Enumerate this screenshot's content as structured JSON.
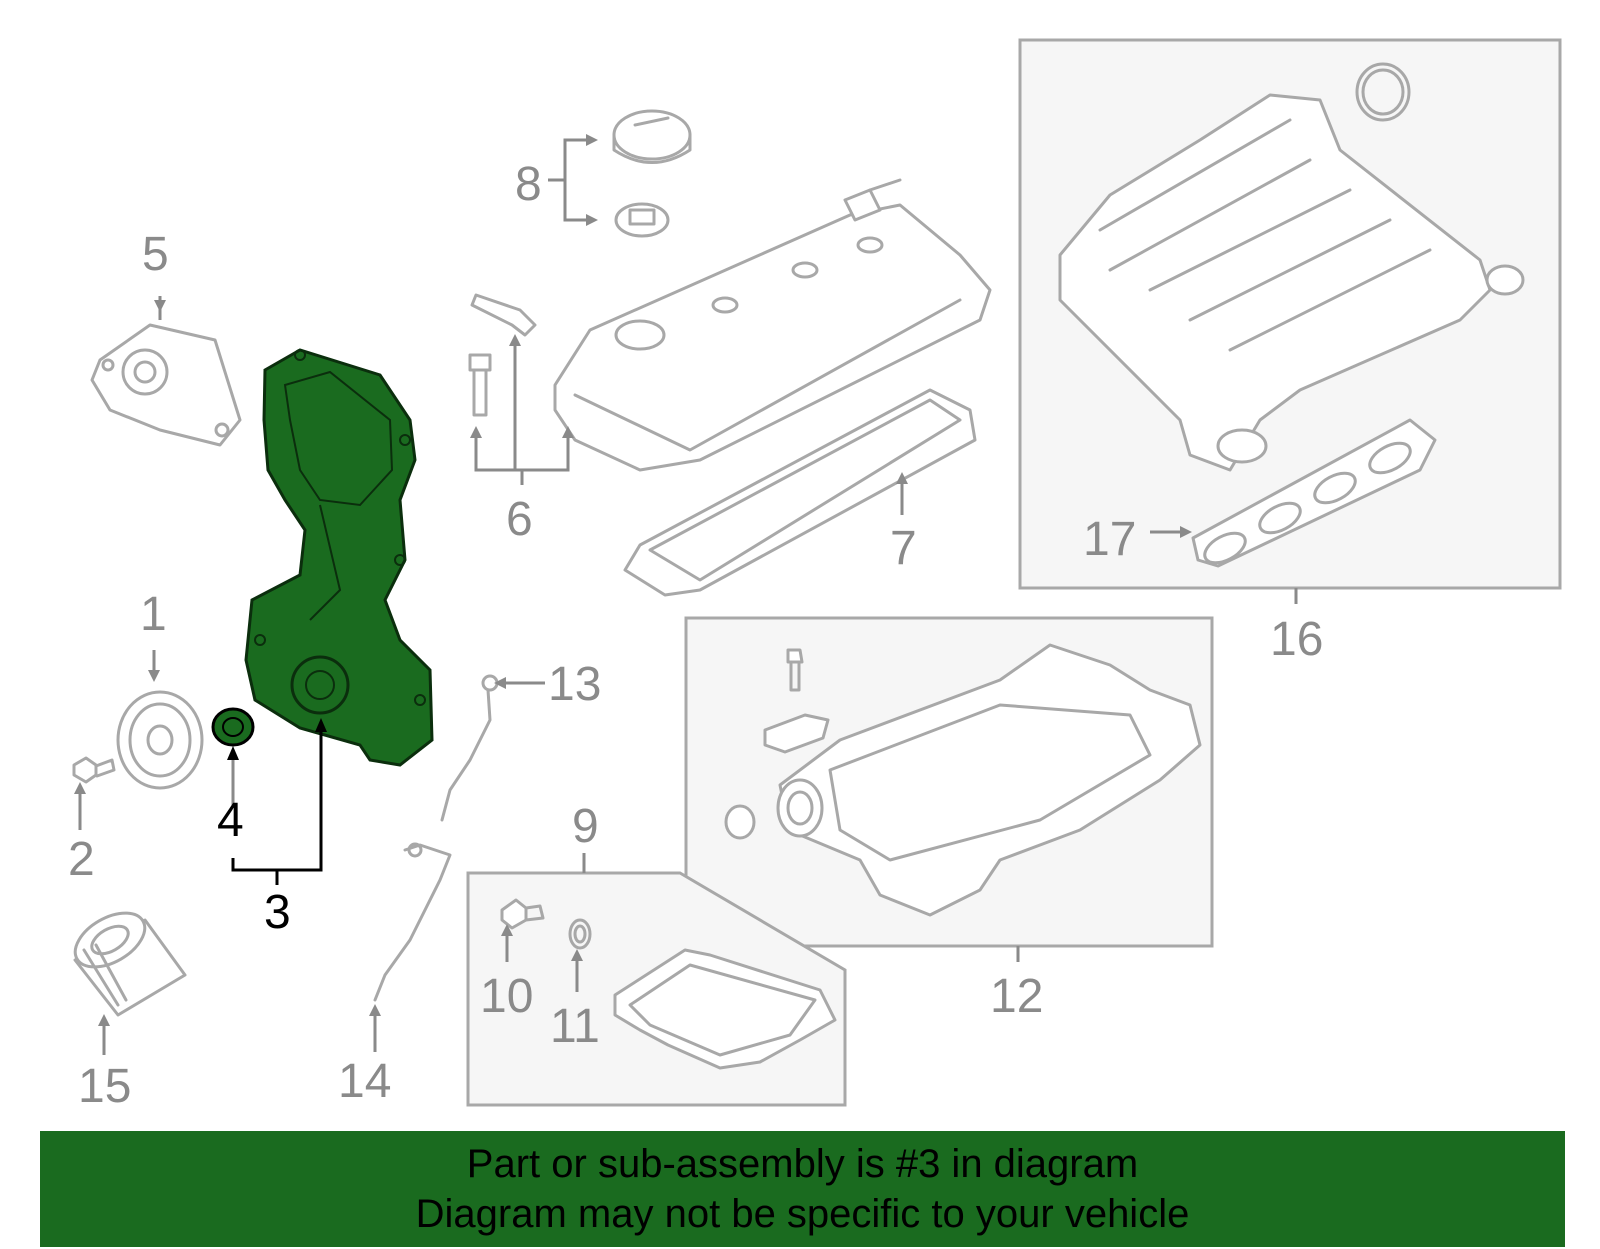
{
  "callouts": {
    "c1": "1",
    "c2": "2",
    "c3": "3",
    "c4": "4",
    "c5": "5",
    "c6": "6",
    "c7": "7",
    "c8": "8",
    "c9": "9",
    "c10": "10",
    "c11": "11",
    "c12": "12",
    "c13": "13",
    "c14": "14",
    "c15": "15",
    "c16": "16",
    "c17": "17"
  },
  "highlighted_part": "3",
  "colors": {
    "highlight": "#1a6b1f",
    "line_art": "#a8a8a8",
    "callout_grey": "#8a8a8a",
    "banner_bg": "#1a6b1f"
  },
  "banner": {
    "line1": "Part or sub-assembly is #3 in diagram",
    "line2": "Diagram may not be specific to your vehicle"
  }
}
